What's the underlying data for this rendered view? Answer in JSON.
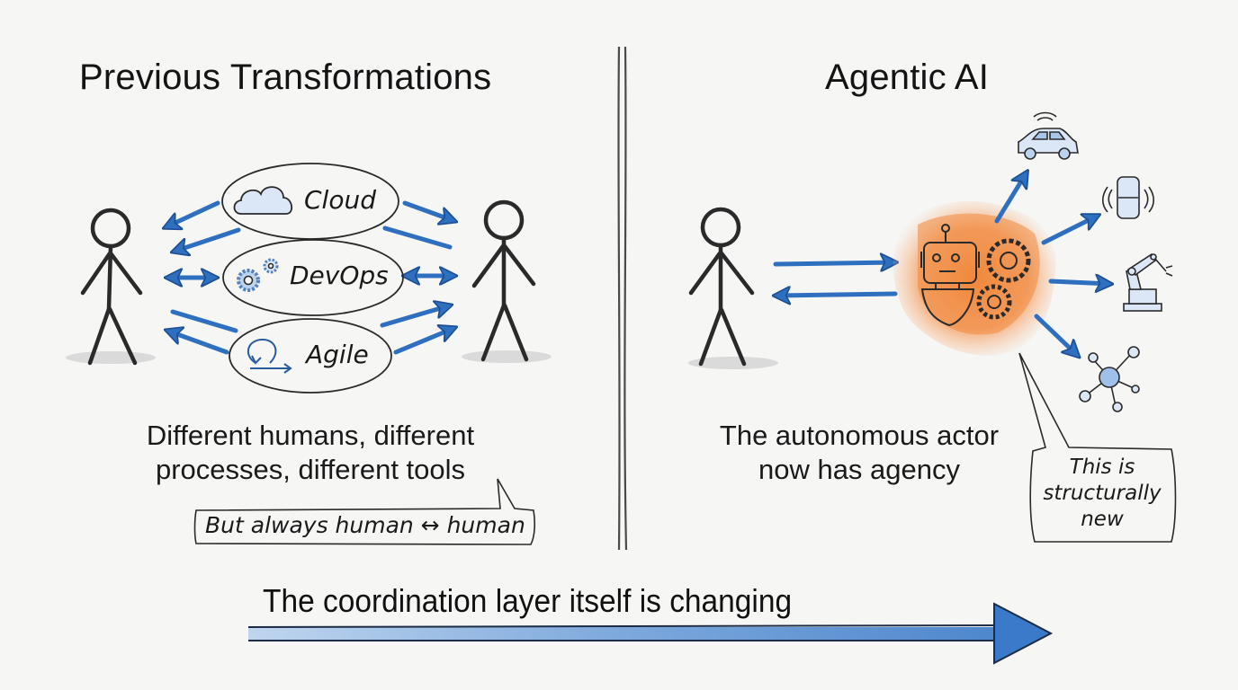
{
  "left_panel": {
    "title": "Previous Transformations",
    "pills": [
      {
        "label": "Cloud",
        "icon": "cloud-icon"
      },
      {
        "label": "DevOps",
        "icon": "gears-icon"
      },
      {
        "label": "Agile",
        "icon": "loop-arrow-icon"
      }
    ],
    "caption_line1": "Different humans, different",
    "caption_line2": "processes, different tools",
    "callout": "But always human ↔ human"
  },
  "right_panel": {
    "title": "Agentic AI",
    "center_icon": "robot-with-gears-icon",
    "targets": [
      "connected-car-icon",
      "smart-speaker-icon",
      "robot-arm-icon",
      "network-node-icon"
    ],
    "caption_line1": "The autonomous actor",
    "caption_line2": "now has agency",
    "callout_line1": "This is",
    "callout_line2": "structurally",
    "callout_line3": "new"
  },
  "footer": {
    "headline": "The coordination layer itself is changing"
  },
  "colors": {
    "background": "#f6f6f5",
    "arrow_blue": "#2f6fbf",
    "arrow_blue_light": "#6a9fd8",
    "ink": "#1c1c1c",
    "agent_orange": "#f29a55"
  }
}
